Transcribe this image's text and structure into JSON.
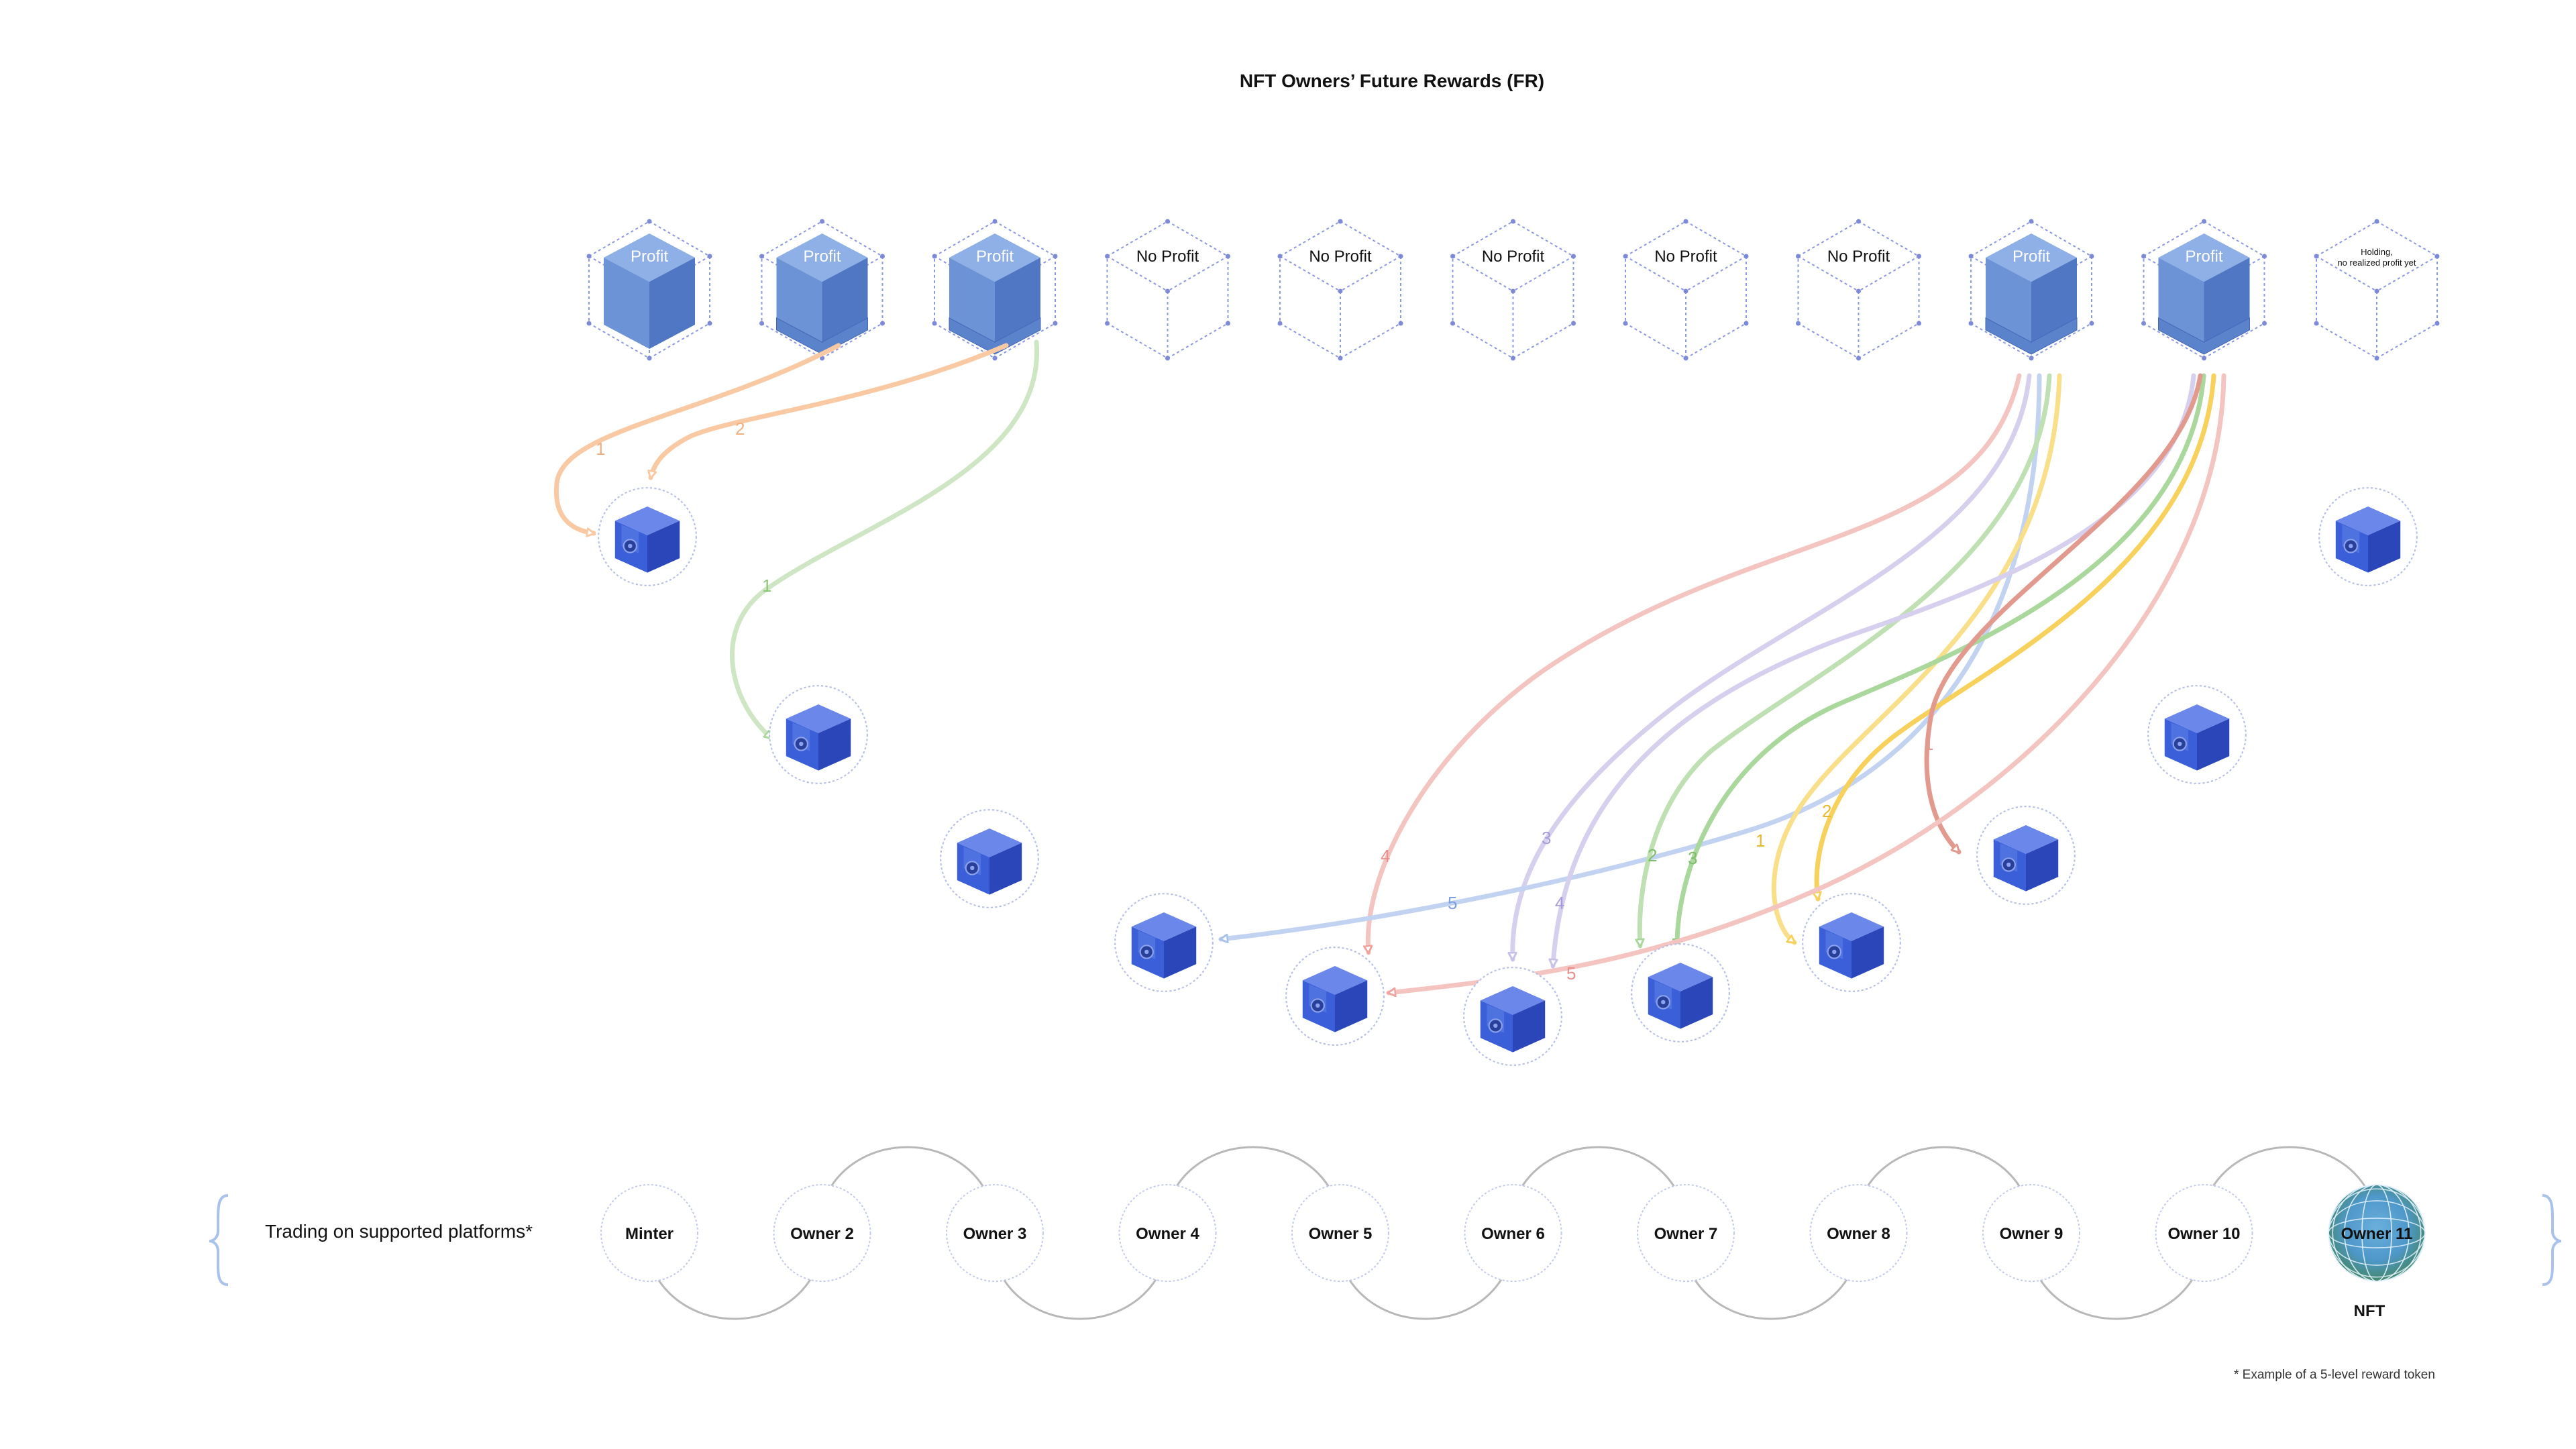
{
  "title": "NFT Owners’ Future Rewards (FR)",
  "cubes": [
    {
      "label": "Profit",
      "state": "profit"
    },
    {
      "label": "Profit",
      "state": "profit"
    },
    {
      "label": "Profit",
      "state": "profit"
    },
    {
      "label": "No Profit",
      "state": "none"
    },
    {
      "label": "No Profit",
      "state": "none"
    },
    {
      "label": "No Profit",
      "state": "none"
    },
    {
      "label": "No Profit",
      "state": "none"
    },
    {
      "label": "No Profit",
      "state": "none"
    },
    {
      "label": "Profit",
      "state": "profit"
    },
    {
      "label": "Profit",
      "state": "profit"
    },
    {
      "label": "Holding,",
      "label2": "no realized profit yet",
      "state": "holding"
    }
  ],
  "owners": [
    "Minter",
    "Owner 2",
    "Owner 3",
    "Owner 4",
    "Owner 5",
    "Owner 6",
    "Owner 7",
    "Owner 8",
    "Owner 9",
    "Owner 10",
    "Owner 11"
  ],
  "nft_label": "NFT",
  "trading_label": "Trading on supported platforms*",
  "footnote": "* Example of a 5-level reward token",
  "arrow_labels": [
    "1",
    "2",
    "1",
    "4",
    "3",
    "4",
    "5",
    "2",
    "3",
    "1",
    "2",
    "1",
    "5"
  ],
  "colors": {
    "orange": "#f9c9a3",
    "green": "#aad79b",
    "red": "#f0a4a0",
    "lavender": "#c8c0e6",
    "blue": "#a9c2ec",
    "yellow": "#f7d15c",
    "darkgreen": "#92c97e",
    "safe": "#3a5fd8",
    "cube": "#6b93d6",
    "accent": "#7d8ad8"
  },
  "icons": [
    "cube-icon",
    "safe-icon",
    "globe-icon",
    "brace-icon"
  ]
}
